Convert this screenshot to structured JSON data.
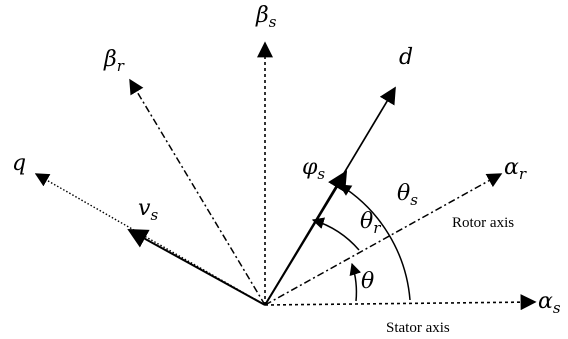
{
  "diagram": {
    "labels": {
      "beta_s": {
        "main": "β",
        "sub": "s"
      },
      "d": {
        "main": "d"
      },
      "beta_r": {
        "main": "β",
        "sub": "r"
      },
      "q": {
        "main": "q"
      },
      "alpha_r": {
        "main": "α",
        "sub": "r"
      },
      "alpha_s": {
        "main": "α",
        "sub": "s"
      },
      "phi_s": {
        "main": "φ",
        "sub": "s"
      },
      "v_s": {
        "main": "v",
        "sub": "s"
      },
      "theta_s": {
        "main": "θ",
        "sub": "s"
      },
      "theta_r": {
        "main": "θ",
        "sub": "r"
      },
      "theta": {
        "main": "θ"
      },
      "rotor_axis": "Rotor axis",
      "stator_axis": "Stator axis"
    }
  }
}
